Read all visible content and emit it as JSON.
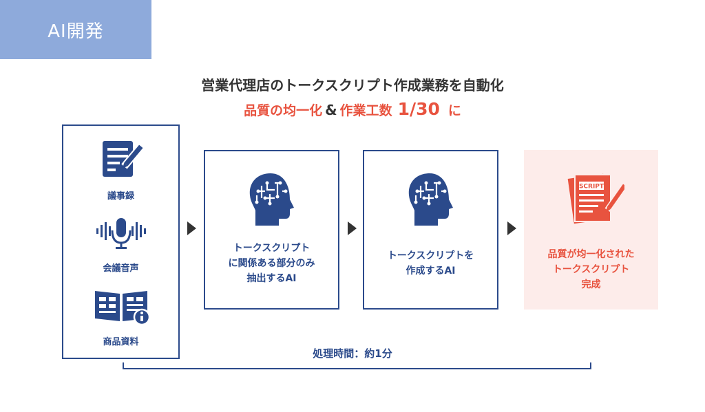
{
  "tag": {
    "label": "AI開発"
  },
  "heading": {
    "title": "営業代理店のトークスクリプト作成業務を自動化",
    "sub_part1": "品質の均一化",
    "sub_amp": "&",
    "sub_part2": "作業工数",
    "sub_ratio": "1/30",
    "sub_part3": "に"
  },
  "inputs": [
    {
      "label": "議事録",
      "icon": "document-pen-icon"
    },
    {
      "label": "会議音声",
      "icon": "microphone-wave-icon"
    },
    {
      "label": "商品資料",
      "icon": "book-info-icon"
    }
  ],
  "steps": [
    {
      "lines": [
        "トークスクリプト",
        "に関係ある部分のみ",
        "抽出するAI"
      ],
      "icon": "ai-brain-icon"
    },
    {
      "lines": [
        "トークスクリプトを",
        "作成するAI"
      ],
      "icon": "ai-brain-icon"
    }
  ],
  "result": {
    "lines": [
      "品質が均一化された",
      "トークスクリプト",
      "完成"
    ],
    "icon": "script-document-icon",
    "script_word": "SCRIPT"
  },
  "processing_time": "処理時間：約1分",
  "colors": {
    "navy": "#2b4a8b",
    "accent_red": "#e8533f",
    "tag_bg": "#8eaadb",
    "result_bg": "#fdecea"
  }
}
